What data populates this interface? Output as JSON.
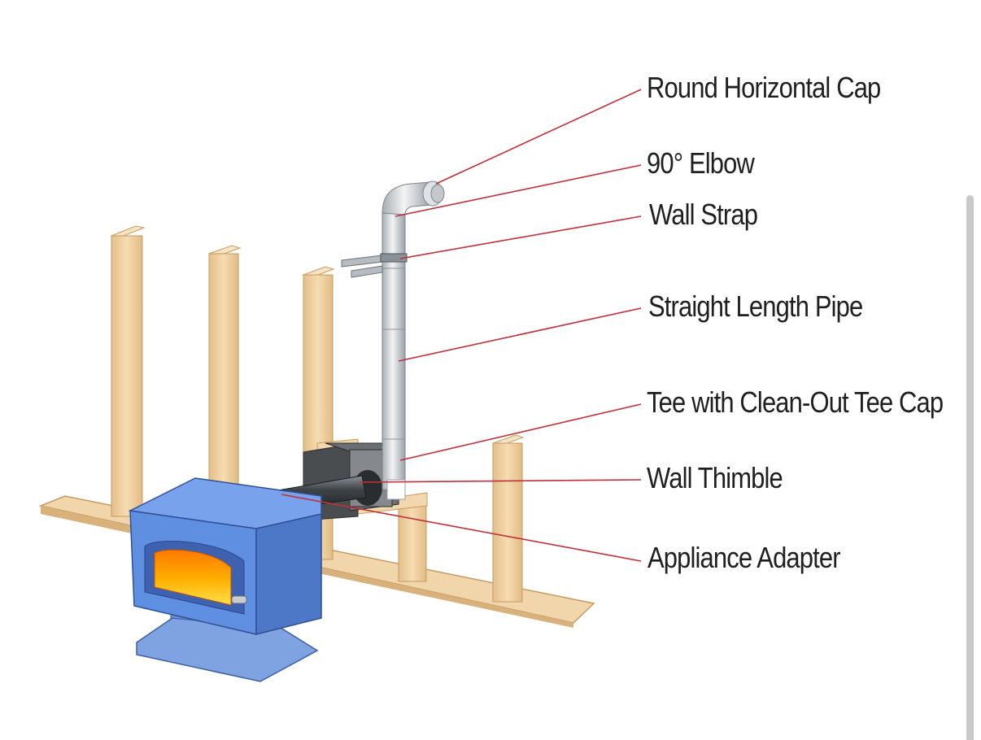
{
  "labels": [
    "Round Horizontal Cap",
    "90° Elbow",
    "Wall Strap",
    "Straight Length Pipe",
    "Tee with Clean-Out Tee Cap",
    "Wall Thimble",
    "Appliance Adapter"
  ],
  "colors": {
    "leader_line": "#c0303a",
    "stove_body": "#5f8fe0",
    "wood_stud": "#f1d3a5",
    "pipe_steel": "#d4d8dc",
    "fire": "#ffb200"
  },
  "icons": [
    "wood-stove-icon",
    "stovepipe-icon",
    "wall-framing-icon"
  ]
}
